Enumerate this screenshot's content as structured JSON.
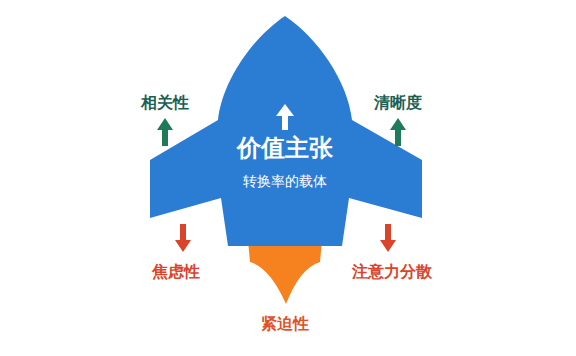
{
  "diagram": {
    "nodes": [
      {
        "text": [
          "价值主张",
          "转换率的载体"
        ]
      }
    ],
    "labels": [
      "相关性",
      "清晰度",
      "焦虑性",
      "注意力分散",
      "紧迫性"
    ]
  }
}
